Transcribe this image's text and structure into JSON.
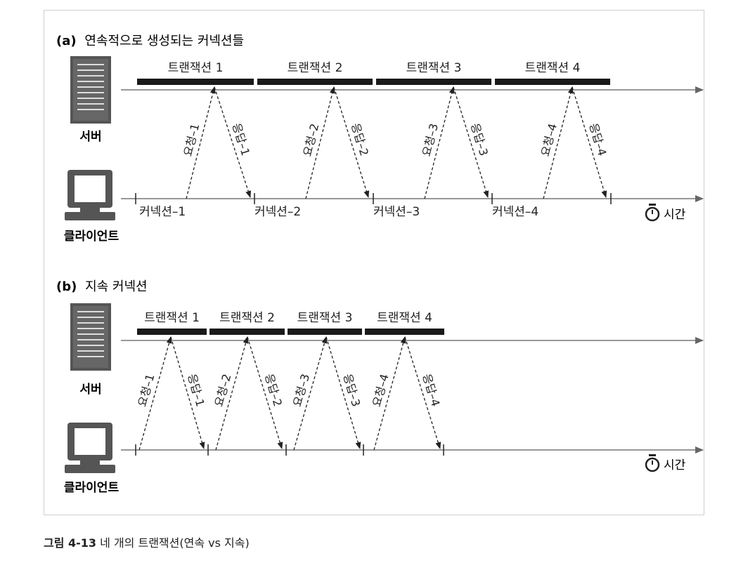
{
  "figure": {
    "caption_label": "그림 4-13",
    "caption_text": "네 개의 트랜잭션(연속 vs 지속)"
  },
  "part_a": {
    "title_prefix": "(a)",
    "title_text": "연속적으로 생성되는 커넥션들",
    "server_label": "서버",
    "client_label": "클라이언트",
    "time_label": "시간",
    "transactions": [
      "트랜잭션 1",
      "트랜잭션 2",
      "트랜잭션 3",
      "트랜잭션 4"
    ],
    "requests": [
      "요청–1",
      "요청–2",
      "요청–3",
      "요청–4"
    ],
    "responses": [
      "응답–1",
      "응답–2",
      "응답–3",
      "응답–4"
    ],
    "connections": [
      "커넥션–1",
      "커넥션–2",
      "커넥션–3",
      "커넥션–4"
    ]
  },
  "part_b": {
    "title_prefix": "(b)",
    "title_text": "지속 커넥션",
    "server_label": "서버",
    "client_label": "클라이언트",
    "time_label": "시간",
    "transactions": [
      "트랜잭션 1",
      "트랜잭션 2",
      "트랜잭션 3",
      "트랜잭션 4"
    ],
    "requests": [
      "요청–1",
      "요청–2",
      "요청–3",
      "요청–4"
    ],
    "responses": [
      "응답–1",
      "응답–2",
      "응답–3",
      "응답–4"
    ]
  },
  "colors": {
    "ink": "#222222",
    "line": "#777777",
    "icon": "#555555"
  }
}
